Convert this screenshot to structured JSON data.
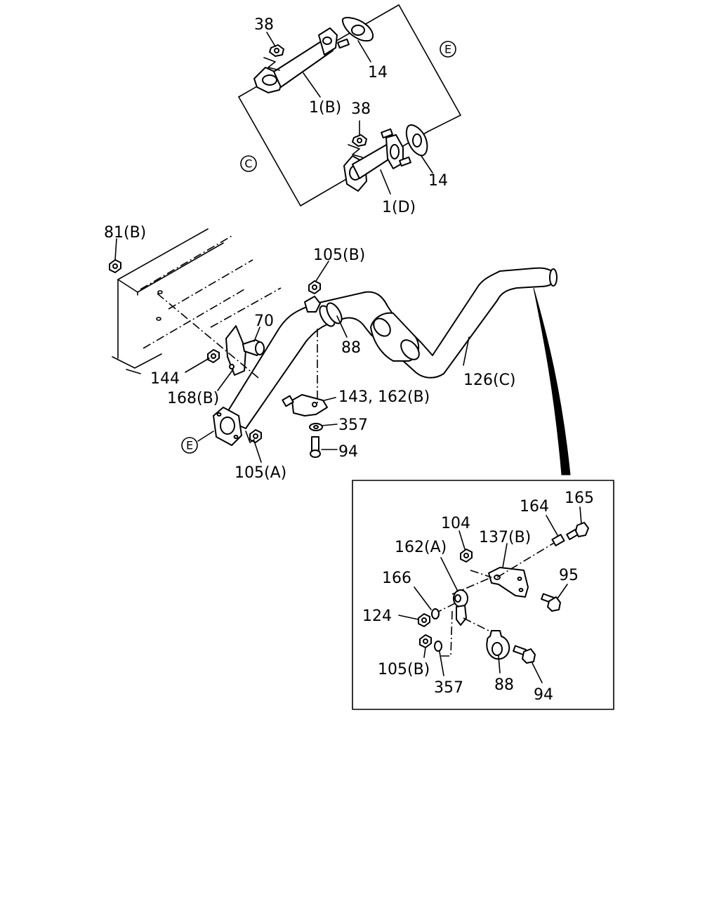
{
  "labels": {
    "l38a": "38",
    "l14a": "14",
    "l1b": "1(B)",
    "l38b": "38",
    "l14b": "14",
    "l1d": "1(D)",
    "l81b": "81(B)",
    "l105b_top": "105(B)",
    "l70": "70",
    "l88_top": "88",
    "l126c": "126(C)",
    "l144": "144",
    "l168b": "168(B)",
    "l143": "143, 162(B)",
    "l357_top": "357",
    "l94_top": "94",
    "l105a": "105(A)",
    "l164": "164",
    "l165": "165",
    "l104": "104",
    "l137b": "137(B)",
    "l162a": "162(A)",
    "l166": "166",
    "l95": "95",
    "l124": "124",
    "l105b_bot": "105(B)",
    "l357_bot": "357",
    "l88_bot": "88",
    "l94_bot": "94"
  },
  "callouts": {
    "e_top": "E",
    "c_left": "C",
    "e_bottom": "E"
  }
}
